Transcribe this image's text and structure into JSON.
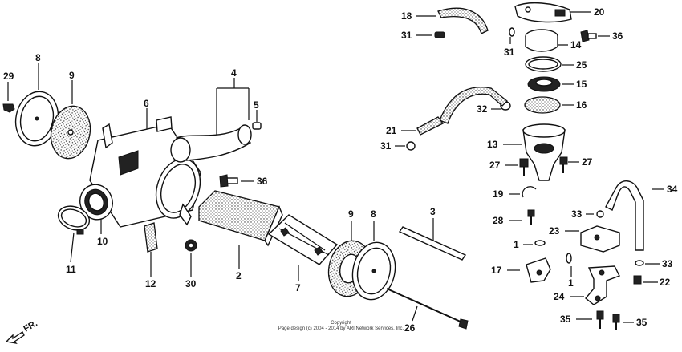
{
  "parts": [
    "1",
    "2",
    "3",
    "4",
    "5",
    "6",
    "7",
    "8",
    "9",
    "10",
    "11",
    "12",
    "13",
    "14",
    "15",
    "16",
    "17",
    "18",
    "19",
    "20",
    "21",
    "22",
    "23",
    "24",
    "25",
    "26",
    "27",
    "28",
    "29",
    "30",
    "31",
    "32",
    "33",
    "34",
    "35",
    "36"
  ],
  "direction_label": "FR.",
  "copyright": {
    "line1": "Copyright",
    "line2": "Page design (c) 2004 - 2014 by ARI Network Services, Inc."
  }
}
